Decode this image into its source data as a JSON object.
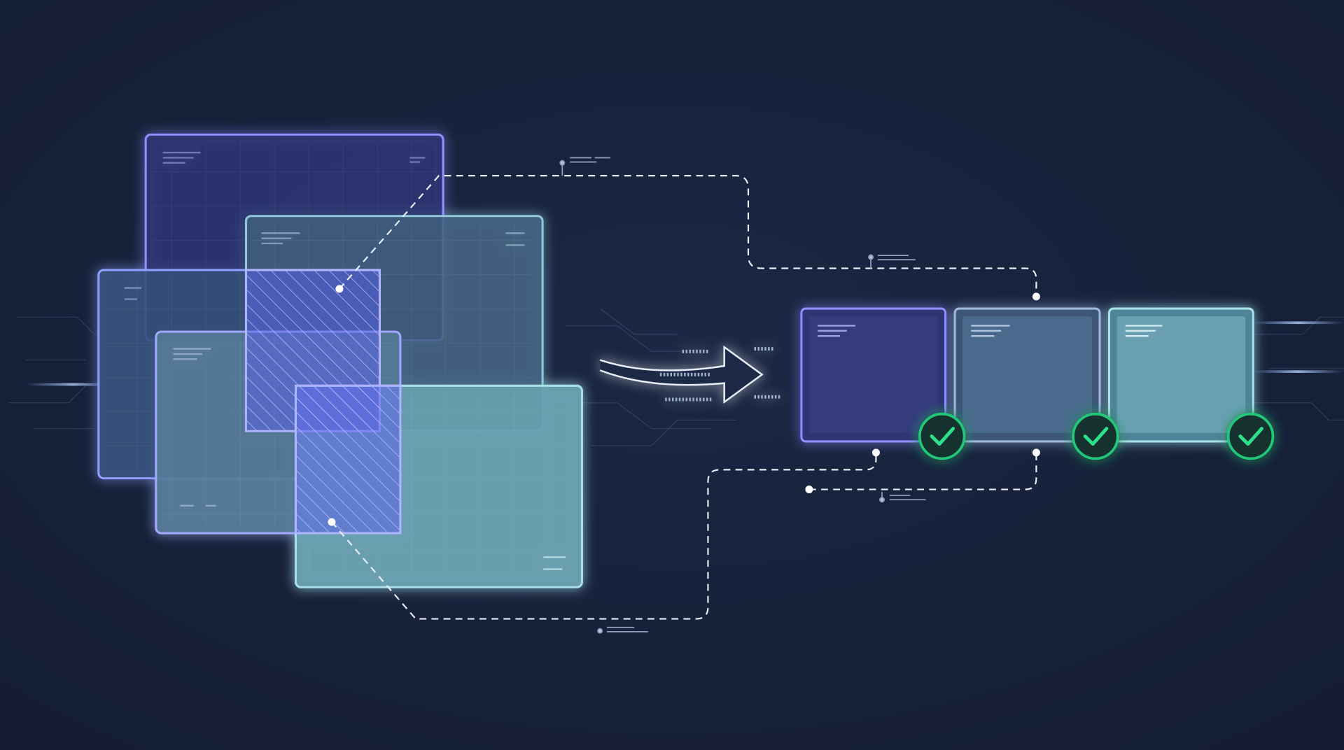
{
  "colors": {
    "background": "#16213a",
    "purple_accent": "#8f8fff",
    "teal_accent": "#a8e0e8",
    "check_green": "#22c77a",
    "connector": "#e6ecf5"
  },
  "icons": [
    "check-circle-icon",
    "arrow-right-icon"
  ],
  "source_panels": 5,
  "result_panels": [
    {
      "status": "complete"
    },
    {
      "status": "complete"
    },
    {
      "status": "complete"
    }
  ]
}
